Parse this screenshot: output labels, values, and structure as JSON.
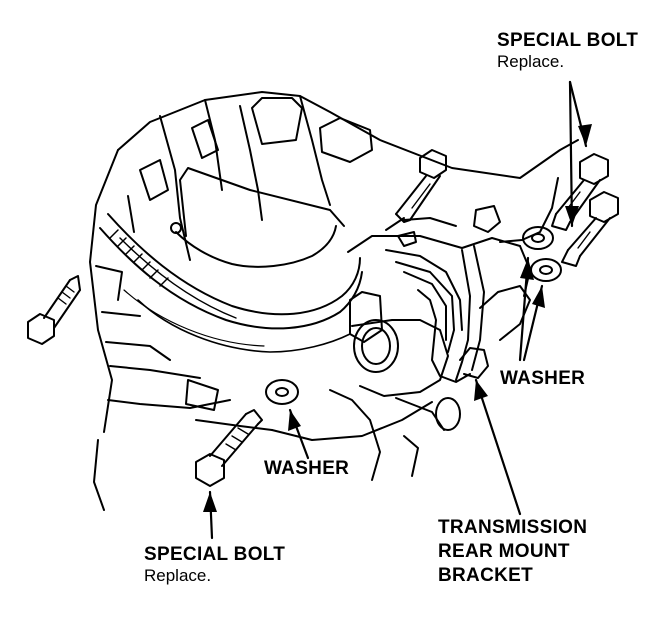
{
  "labels": {
    "special_bolt_top": {
      "title": "SPECIAL BOLT",
      "note": "Replace."
    },
    "special_bolt_bottom": {
      "title": "SPECIAL BOLT",
      "note": "Replace."
    },
    "washer_right": "WASHER",
    "washer_bottom": "WASHER",
    "bracket": [
      "TRANSMISSION",
      "REAR MOUNT",
      "BRACKET"
    ]
  }
}
